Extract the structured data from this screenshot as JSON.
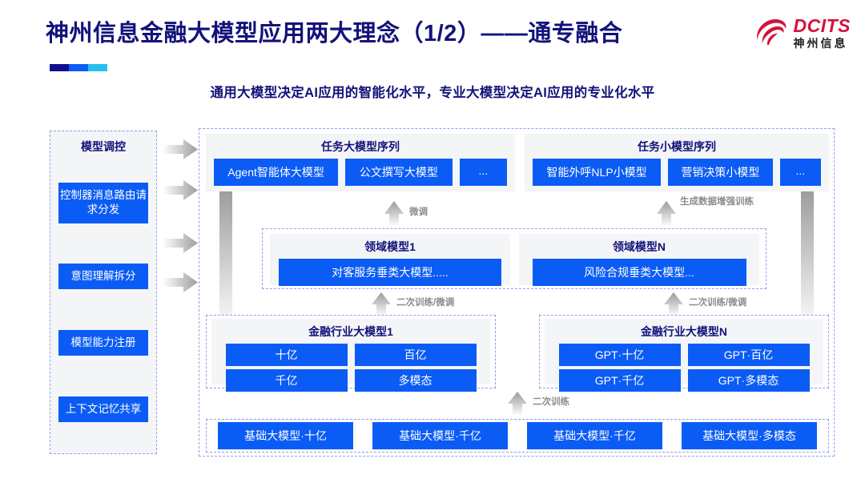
{
  "header": {
    "title": "神州信息金融大模型应用两大理念（1/2）——通专融合",
    "subtitle": "通用大模型决定AI应用的智能化水平，专业大模型决定AI应用的专业化水平",
    "accent_colors": [
      "#120f8f",
      "#0b5cf5",
      "#27bef0"
    ],
    "logo": {
      "en": "DCITS",
      "cn": "神州信息",
      "color": "#d4123c"
    }
  },
  "theme": {
    "blue": "#0b5cf5",
    "navy": "#12127a",
    "panel_bg": "#f4f5f7",
    "dash": "#8fa0e8",
    "arrow_grey": "#9d9d9d"
  },
  "sidebar": {
    "title": "模型调控",
    "items": [
      {
        "label": "控制器消息路由请求分发"
      },
      {
        "label": "意图理解拆分"
      },
      {
        "label": "模型能力注册"
      },
      {
        "label": "上下文记忆共享"
      }
    ]
  },
  "task_sequences": [
    {
      "title": "任务大模型序列",
      "boxes": [
        "Agent智能体大模型",
        "公文撰写大模型",
        "..."
      ]
    },
    {
      "title": "任务小模型序列",
      "boxes": [
        "智能外呼NLP小模型",
        "营销决策小模型",
        "..."
      ]
    }
  ],
  "domain_models": [
    {
      "title": "领域模型1",
      "box": "对客服务垂类大模型....."
    },
    {
      "title": "领域模型N",
      "box": "风险合规垂类大模型..."
    }
  ],
  "industry_models": [
    {
      "title": "金融行业大模型1",
      "boxes": [
        "十亿",
        "百亿",
        "千亿",
        "多模态"
      ]
    },
    {
      "title": "金融行业大模型N",
      "boxes": [
        "GPT·十亿",
        "GPT·百亿",
        "GPT·千亿",
        "GPT·多模态"
      ]
    }
  ],
  "foundation_models": [
    "基础大模型·十亿",
    "基础大模型·千亿",
    "基础大模型·千亿",
    "基础大模型·多模态"
  ],
  "arrow_labels": {
    "finetune": "微调",
    "data_augment": "生成数据增强训练",
    "retrain_finetune_left": "二次训练/微调",
    "retrain_finetune_right": "二次训练/微调",
    "retrain": "二次训练"
  }
}
